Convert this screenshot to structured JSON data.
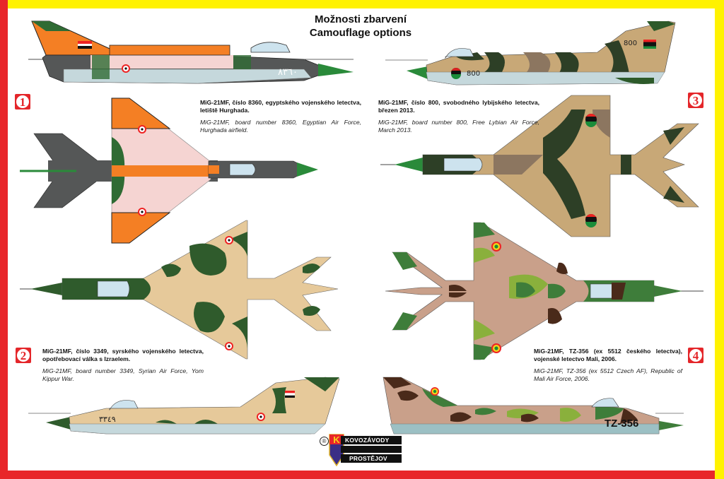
{
  "title": {
    "line1": "Možnosti zbarvení",
    "line2": "Camouflage options"
  },
  "frame_colors": {
    "top": "#fff200",
    "right": "#fff200",
    "left": "#e8262a",
    "bottom": "#e8262a"
  },
  "options": [
    {
      "number": "1",
      "caption_cz": "MiG-21MF, číslo 8360, egyptského vojenského letectva, letiště Hurghada.",
      "caption_en": "MiG-21MF, board number 8360, Egyptian Air Force, Hurghada airfield.",
      "board_number_marking": "٨٣٦٠",
      "colors": {
        "base": "#555757",
        "accent": "#f47f24",
        "belly": "#c5d8dc",
        "pink": "#f5d4d2",
        "green": "#2f6b34"
      }
    },
    {
      "number": "2",
      "caption_cz": "MiG-21MF, číslo 3349, syrského vojenského letectva, opotřebovací válka s Izraelem.",
      "caption_en": "MiG-21MF, board number 3349, Syrian Air Force, Yom Kippur War.",
      "board_number_marking": "٣٣٤٩",
      "colors": {
        "base": "#e6c99a",
        "accent": "#2f5b2c",
        "belly": "#c5d8dc"
      }
    },
    {
      "number": "3",
      "caption_cz": "MiG-21MF, číslo 800, svobodného lybijského letectva, březen 2013.",
      "caption_en": "MiG-21MF, board number 800, Free Lybian Air Force, March 2013.",
      "board_number_marking": "800",
      "colors": {
        "base": "#c8a877",
        "accent": "#2d3f26",
        "mid": "#8c7660",
        "belly": "#c5d8dc"
      }
    },
    {
      "number": "4",
      "caption_cz": "MiG-21MF, TZ-356 (ex 5512 českého letectva), vojenské letectvo Mali, 2006.",
      "caption_en": "MiG-21MF, TZ-356 (ex 5512 Czech AF), Republic of Mali Air Force, 2006.",
      "board_number_marking": "TZ-356",
      "colors": {
        "base": "#c9a08a",
        "accent": "#3e7d3a",
        "light": "#8ab03c",
        "dark": "#4a2a1a",
        "belly": "#9cc0c4"
      }
    }
  ],
  "logo": {
    "registered": "®",
    "line1": "KOVOZÁVODY",
    "line2": "PROSTĚJOV",
    "letter": "K"
  }
}
